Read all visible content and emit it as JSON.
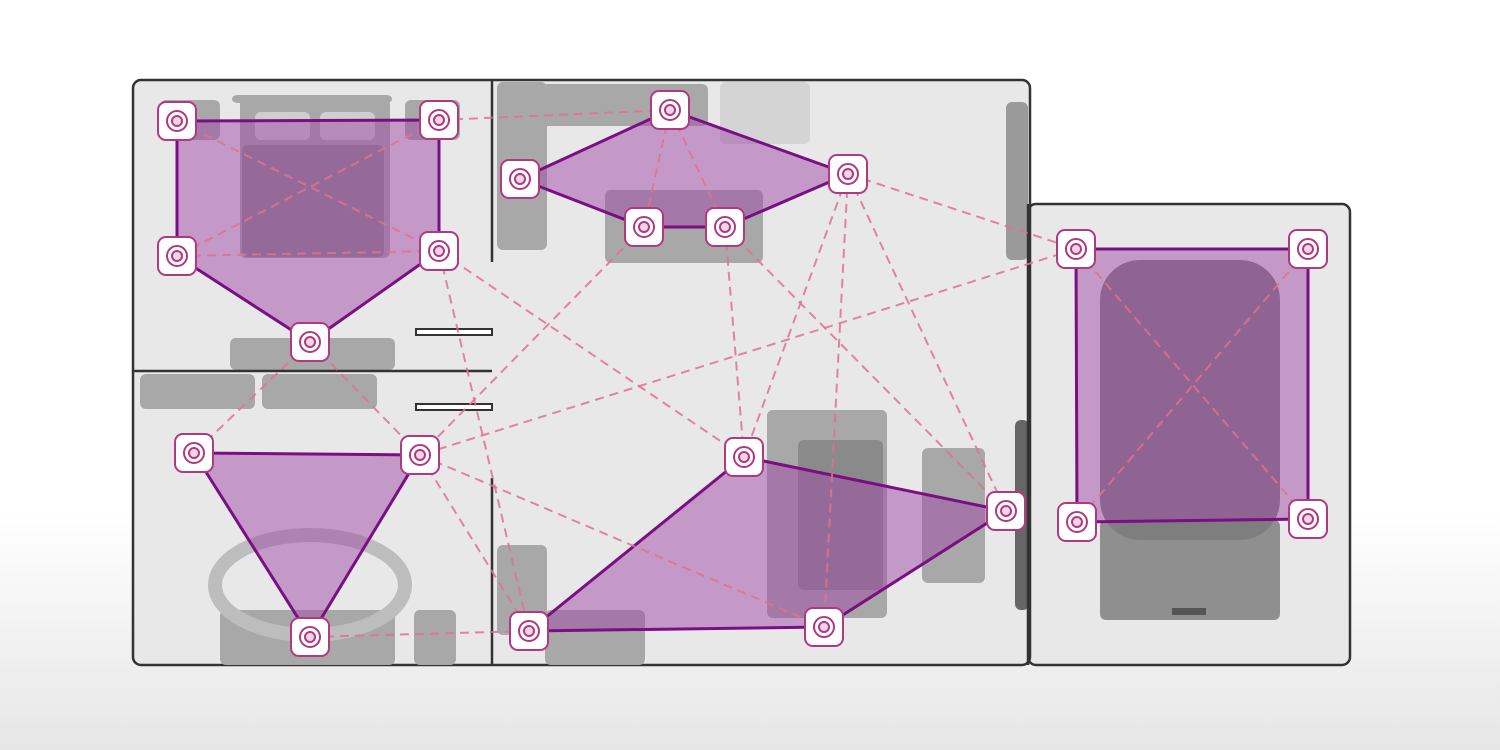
{
  "colors": {
    "floor": "#e8e8e8",
    "wall": "#333333",
    "furniture": "#a8a8a8",
    "furniture_dark": "#8a8a8a",
    "coverage_fill": "#a24aa6",
    "coverage_stroke": "#7a0f84",
    "mesh_link": "#e0728f",
    "node_border": "#b03a80"
  },
  "rooms": [
    "bedroom",
    "kitchen",
    "bathroom",
    "living-room",
    "garage"
  ],
  "node_icon": "sensor-node-icon"
}
